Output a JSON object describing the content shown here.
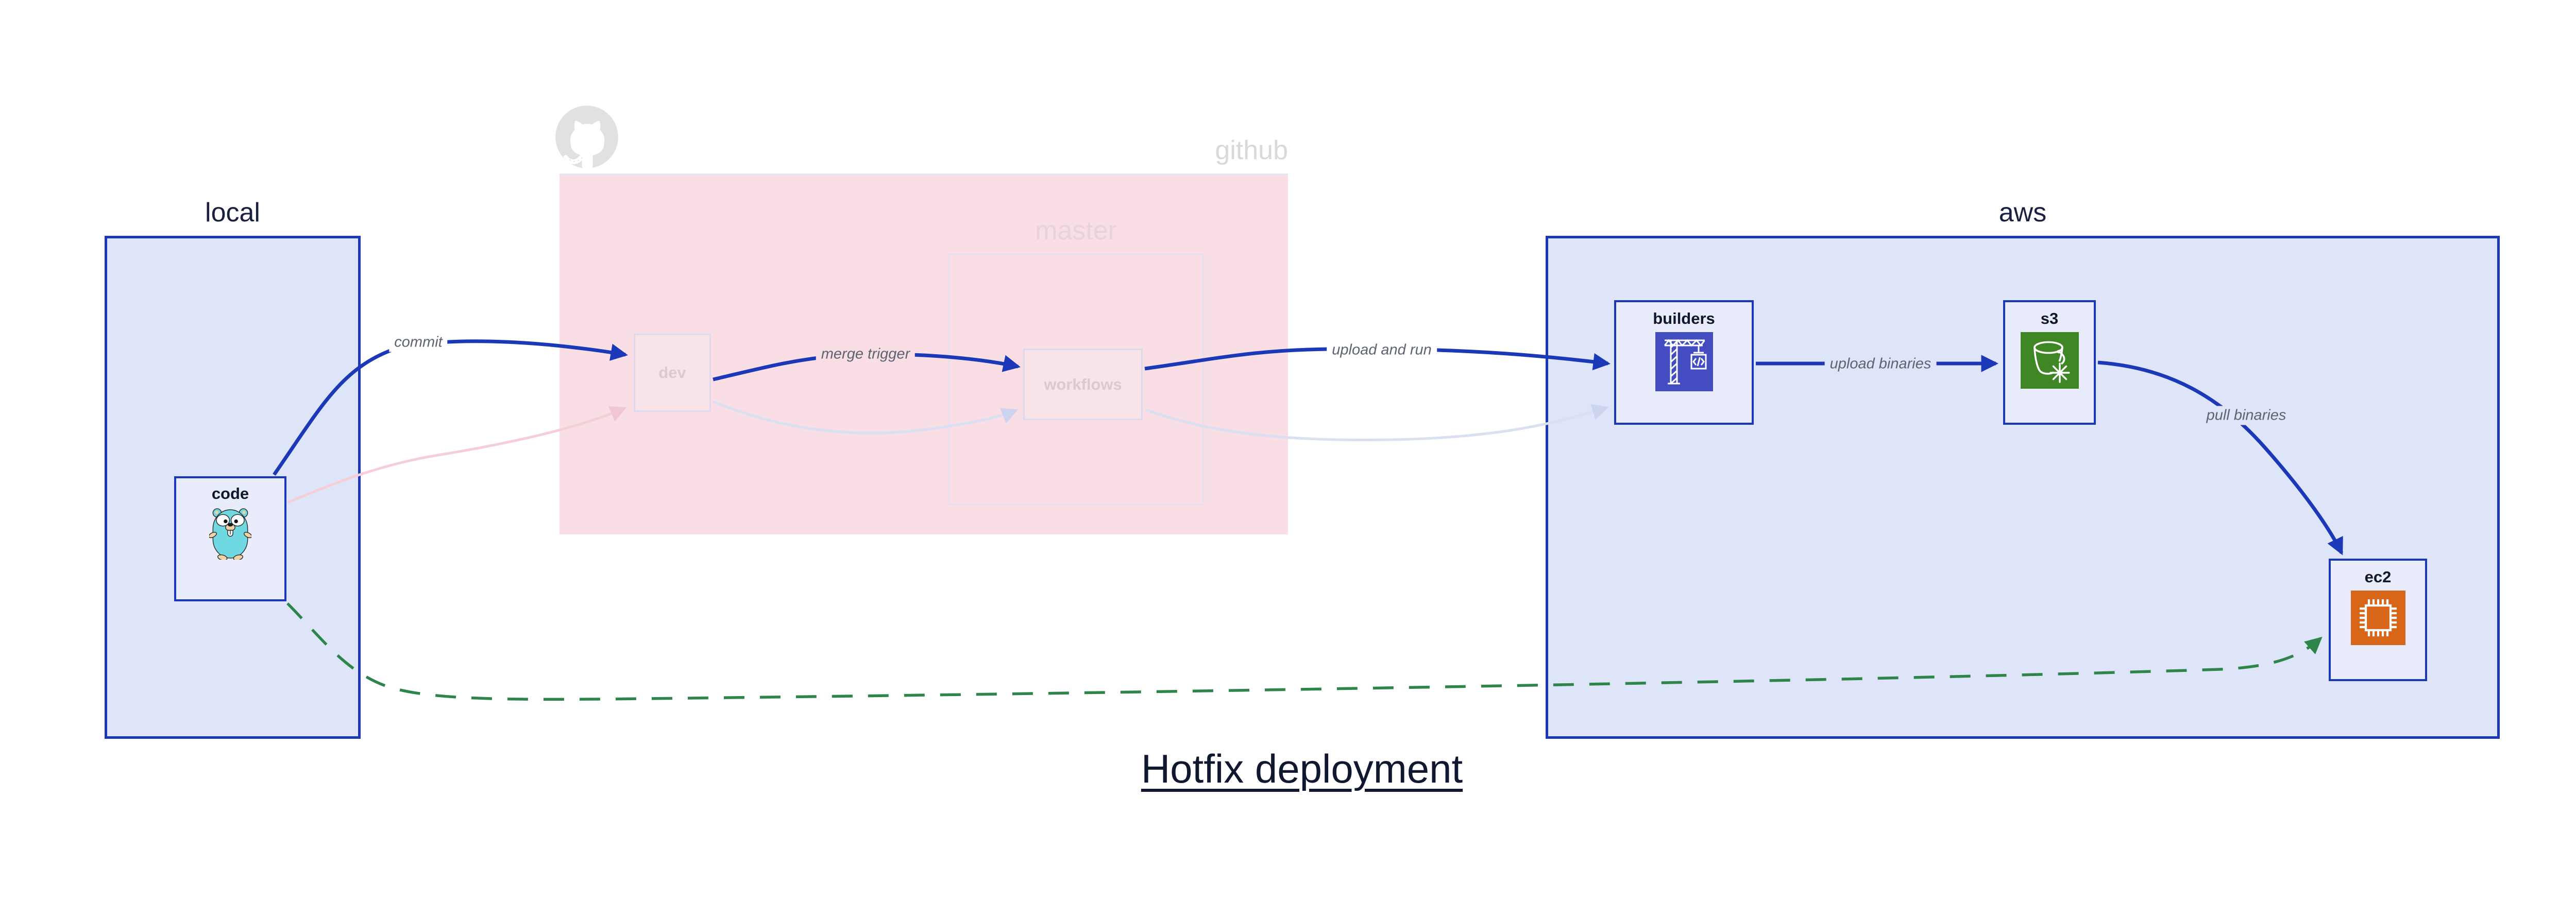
{
  "title": "Hotfix deployment",
  "regions": {
    "local": {
      "label": "local"
    },
    "github": {
      "label": "github",
      "master_label": "master",
      "icon": "octocat-icon"
    },
    "aws": {
      "label": "aws"
    }
  },
  "nodes": {
    "code": {
      "label": "code",
      "icon": "go-gopher-icon"
    },
    "dev": {
      "label": "dev"
    },
    "workflows": {
      "label": "workflows"
    },
    "builders": {
      "label": "builders",
      "icon": "crane-container-icon"
    },
    "s3": {
      "label": "s3",
      "icon": "glacier-bucket-icon"
    },
    "ec2": {
      "label": "ec2",
      "icon": "cpu-chip-icon"
    }
  },
  "edges": {
    "commit": {
      "label": "commit",
      "from": "code",
      "to": "dev",
      "color": "#1a38b8",
      "style": "solid"
    },
    "merge_trigger": {
      "label": "merge trigger",
      "from": "dev",
      "to": "workflows",
      "color": "#1a38b8",
      "style": "solid"
    },
    "upload_and_run": {
      "label": "upload and run",
      "from": "workflows",
      "to": "builders",
      "color": "#1a38b8",
      "style": "solid"
    },
    "upload_binaries": {
      "label": "upload binaries",
      "from": "builders",
      "to": "s3",
      "color": "#1a38b8",
      "style": "solid"
    },
    "pull_binaries": {
      "label": "pull binaries",
      "from": "s3",
      "to": "ec2",
      "color": "#1a38b8",
      "style": "solid"
    },
    "hotfix_path": {
      "label": "",
      "from": "code",
      "to": "ec2",
      "color": "#2e8549",
      "style": "dashed"
    },
    "code_to_dev_faded": {
      "label": "",
      "from": "code",
      "to": "dev",
      "color": "#f4cfd8",
      "style": "solid-faded"
    },
    "dev_to_workflows_faded": {
      "label": "",
      "from": "dev",
      "to": "workflows",
      "color": "#dadff2",
      "style": "solid-faded"
    },
    "workflows_to_builders_faded": {
      "label": "",
      "from": "workflows",
      "to": "builders",
      "color": "#dadff2",
      "style": "solid-faded"
    }
  },
  "colors": {
    "accent_blue": "#1a38b8",
    "region_fill_blue": "#dfe5f8",
    "node_fill": "#e9edfb",
    "github_fill_pink": "#f9dfe5",
    "ghost_border": "#ded9ec",
    "ghost_text": "#ddc7d0",
    "faded_label_gray": "#d9d9d9",
    "hotfix_green": "#2e8549",
    "builders_icon_bg": "#434cc0",
    "s3_icon_bg": "#3f8624",
    "ec2_icon_bg": "#d9671a",
    "edge_label_gray": "#5d6370",
    "title_navy": "#101830"
  }
}
